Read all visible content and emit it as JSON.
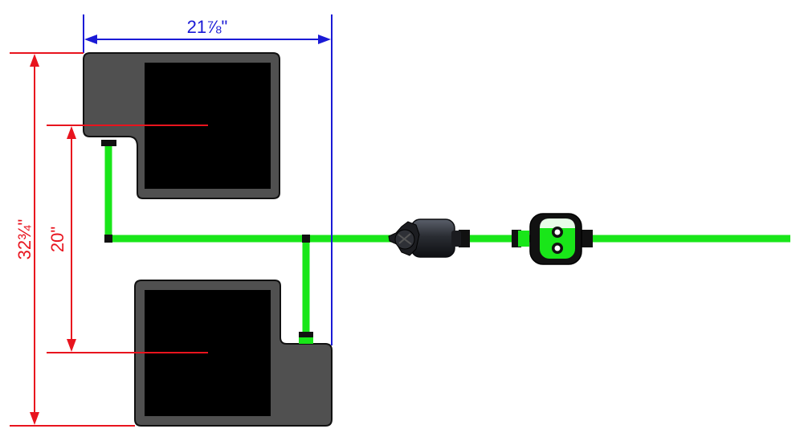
{
  "dimensions": {
    "width_label": "21⅞\"",
    "overall_height_label": "32¾\"",
    "inner_height_label": "20\""
  },
  "colors": {
    "tube": "#19e619",
    "tray_body": "#505050",
    "tray_well": "#000000",
    "dimension_blue": "#1a1ad6",
    "dimension_red": "#e8141e",
    "fitting": "#111111"
  },
  "components": {
    "trays": [
      "upper-tray",
      "lower-tray"
    ],
    "inline": [
      "filter-icon",
      "pressure-regulator-icon"
    ]
  }
}
